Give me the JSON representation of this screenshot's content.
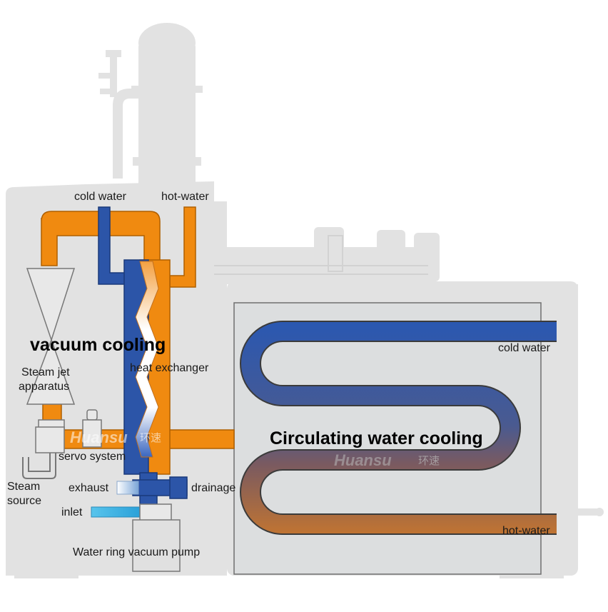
{
  "labels": {
    "cold_water_top": "cold water",
    "hot_water_top": "hot-water",
    "vacuum_cooling": "vacuum cooling",
    "heat_exchanger": "heat exchanger",
    "steam_jet_line1": "Steam jet",
    "steam_jet_line2": "apparatus",
    "servo_system": "servo system",
    "steam_source_line1": "Steam",
    "steam_source_line2": "source",
    "exhaust": "exhaust",
    "drainage": "drainage",
    "inlet": "inlet",
    "vacuum_pump": "Water ring vacuum pump",
    "circulating_water_cooling": "Circulating water cooling",
    "cold_water_right": "cold water",
    "hot_water_right": "hot-water"
  },
  "watermark": {
    "brand": "Huansu",
    "chinese": "环速"
  },
  "colors": {
    "cold": "#2c55a8",
    "hot": "#f08a10",
    "coil_hot": "#cd7a2e",
    "silhouette": "#e2e2e2",
    "panel": "#dcdedf",
    "inlet": "#4ec0e8"
  }
}
